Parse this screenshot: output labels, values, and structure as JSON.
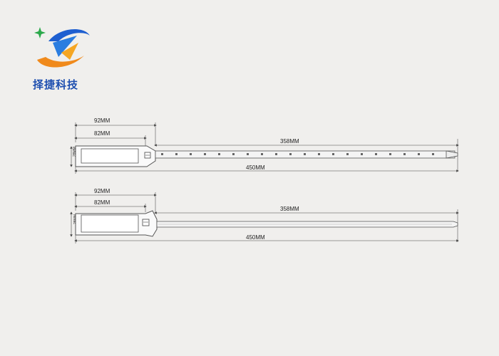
{
  "brand": {
    "name": "择捷科技",
    "logo_icon": "zj-logo-icon"
  },
  "colors": {
    "logo_blue": "#1e5fd0",
    "logo_orange": "#f08a1c",
    "logo_green": "#2aa84a",
    "line": "#555555"
  },
  "seal_top": {
    "dim_total_width": "92MM",
    "dim_label_width": "82MM",
    "dim_height": "28MM",
    "dim_strap": "358MM",
    "dim_total_length": "450MM"
  },
  "seal_bottom": {
    "dim_total_width": "92MM",
    "dim_label_width": "82MM",
    "dim_height": "28MM",
    "dim_strap": "358MM",
    "dim_total_length": "450MM"
  }
}
